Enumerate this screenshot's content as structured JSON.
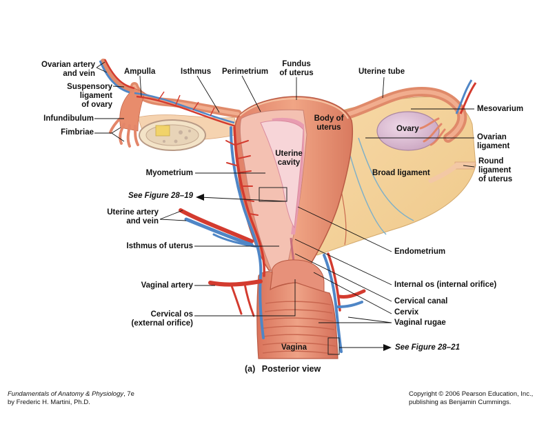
{
  "labels": {
    "ovarian_artery_vein": [
      "Ovarian artery",
      "and vein"
    ],
    "ampulla": "Ampulla",
    "isthmus": "Isthmus",
    "perimetrium": "Perimetrium",
    "fundus": [
      "Fundus",
      "of uterus"
    ],
    "uterine_tube": "Uterine tube",
    "suspensory_ligament": [
      "Suspensory",
      "ligament",
      "of ovary"
    ],
    "infundibulum": "Infundibulum",
    "fimbriae": "Fimbriae",
    "body_of_uterus": [
      "Body of",
      "uterus"
    ],
    "mesovarium": "Mesovarium",
    "ovary": "Ovary",
    "ovarian_ligament": [
      "Ovarian",
      "ligament"
    ],
    "uterine_cavity": [
      "Uterine",
      "cavity"
    ],
    "myometrium": "Myometrium",
    "broad_ligament": "Broad ligament",
    "round_ligament": [
      "Round",
      "ligament",
      "of uterus"
    ],
    "see_figure_19": "See Figure 28–19",
    "uterine_artery_vein": [
      "Uterine artery",
      "and vein"
    ],
    "endometrium": "Endometrium",
    "isthmus_of_uterus": "Isthmus of uterus",
    "internal_os": "Internal os (internal orifice)",
    "vaginal_artery": "Vaginal artery",
    "cervical_canal": "Cervical canal",
    "cervix": "Cervix",
    "cervical_os": [
      "Cervical os",
      "(external orifice)"
    ],
    "vaginal_rugae": "Vaginal rugae",
    "vagina": "Vagina",
    "see_figure_21": "See Figure 28–21"
  },
  "caption": {
    "part": "(a)",
    "title": "Posterior view"
  },
  "footer": {
    "book_title": "Fundamentals of Anatomy & Physiology",
    "edition": ", 7e",
    "author": "by Frederic H. Martini, Ph.D.",
    "copyright": "Copyright © 2006 Pearson Education, Inc.,",
    "publisher": "publishing as Benjamin Cummings."
  }
}
